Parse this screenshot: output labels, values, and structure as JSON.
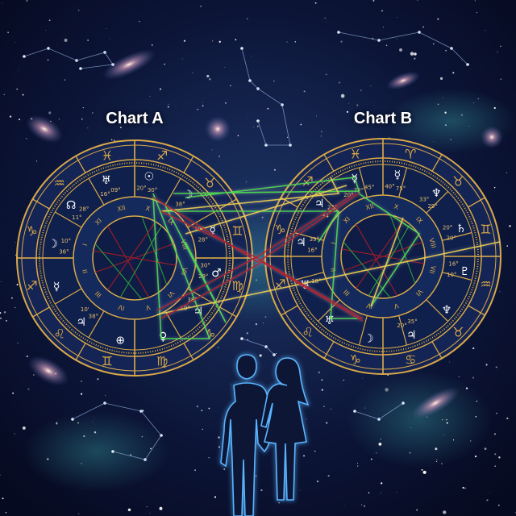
{
  "colors": {
    "background": "#0c1538",
    "ring": "#d9a948",
    "aspect_harmonious": "#4ee04e",
    "aspect_tense": "#b8202a",
    "aspect_conjunct": "#f2d24a",
    "silhouette_glow": "#4aa8ff"
  },
  "charts": [
    {
      "title": "Chart A",
      "signs": [
        "♐",
        "♉",
        "♊",
        "♍",
        "♑",
        "♍",
        "♊",
        "♌",
        "♐",
        "♑",
        "♒",
        "♓"
      ],
      "houses": [
        "X",
        "IX",
        "VIII",
        "VII",
        "VI",
        "V",
        "IV",
        "III",
        "II",
        "I",
        "XI",
        "XII"
      ],
      "planets": [
        {
          "glyph": "☉",
          "deg": [
            "20°",
            "30°"
          ]
        },
        {
          "glyph": "☽",
          "deg": [
            "38°"
          ]
        },
        {
          "glyph": "☿",
          "deg": [
            "30°",
            "28°"
          ]
        },
        {
          "glyph": "♂",
          "deg": [
            "30°",
            "29°"
          ]
        },
        {
          "glyph": "♃",
          "deg": [
            "38°",
            "19°"
          ]
        },
        {
          "glyph": "♀",
          "deg": []
        },
        {
          "glyph": "⊕",
          "deg": []
        },
        {
          "glyph": "♃",
          "deg": [
            "38°",
            "10'"
          ]
        },
        {
          "glyph": "☿",
          "deg": []
        },
        {
          "glyph": "☽",
          "deg": [
            "36°",
            "10°"
          ]
        },
        {
          "glyph": "☊",
          "deg": [
            "11°",
            "28°"
          ]
        },
        {
          "glyph": "♅",
          "deg": [
            "16°",
            "09°"
          ]
        }
      ]
    },
    {
      "title": "Chart B",
      "signs": [
        "♈",
        "♉",
        "♊",
        "♒",
        "♉",
        "♋",
        "♑",
        "♌",
        "♐",
        "♑",
        "♐",
        "♓"
      ],
      "houses": [
        "X",
        "IX",
        "VIII",
        "VII",
        "VI",
        "V",
        "IV",
        "III",
        "II",
        "I",
        "XI",
        "XII"
      ],
      "planets": [
        {
          "glyph": "☿",
          "deg": [
            "40°",
            "75°"
          ]
        },
        {
          "glyph": "♆",
          "deg": [
            "33°",
            "29°"
          ]
        },
        {
          "glyph": "♄",
          "deg": [
            "20°",
            "20°"
          ]
        },
        {
          "glyph": "♇",
          "deg": [
            "16°",
            "10°"
          ]
        },
        {
          "glyph": "♆",
          "deg": []
        },
        {
          "glyph": "♃",
          "deg": [
            "35°",
            "20°"
          ]
        },
        {
          "glyph": "☽",
          "deg": []
        },
        {
          "glyph": "♅",
          "deg": []
        },
        {
          "glyph": "♅",
          "deg": [
            "18°"
          ]
        },
        {
          "glyph": "♃",
          "deg": [
            "16°",
            "39°"
          ]
        },
        {
          "glyph": "♃",
          "deg": [
            "34",
            "22°"
          ]
        },
        {
          "glyph": "☿",
          "deg": [
            "20°",
            "72°",
            "45°"
          ]
        }
      ]
    }
  ]
}
